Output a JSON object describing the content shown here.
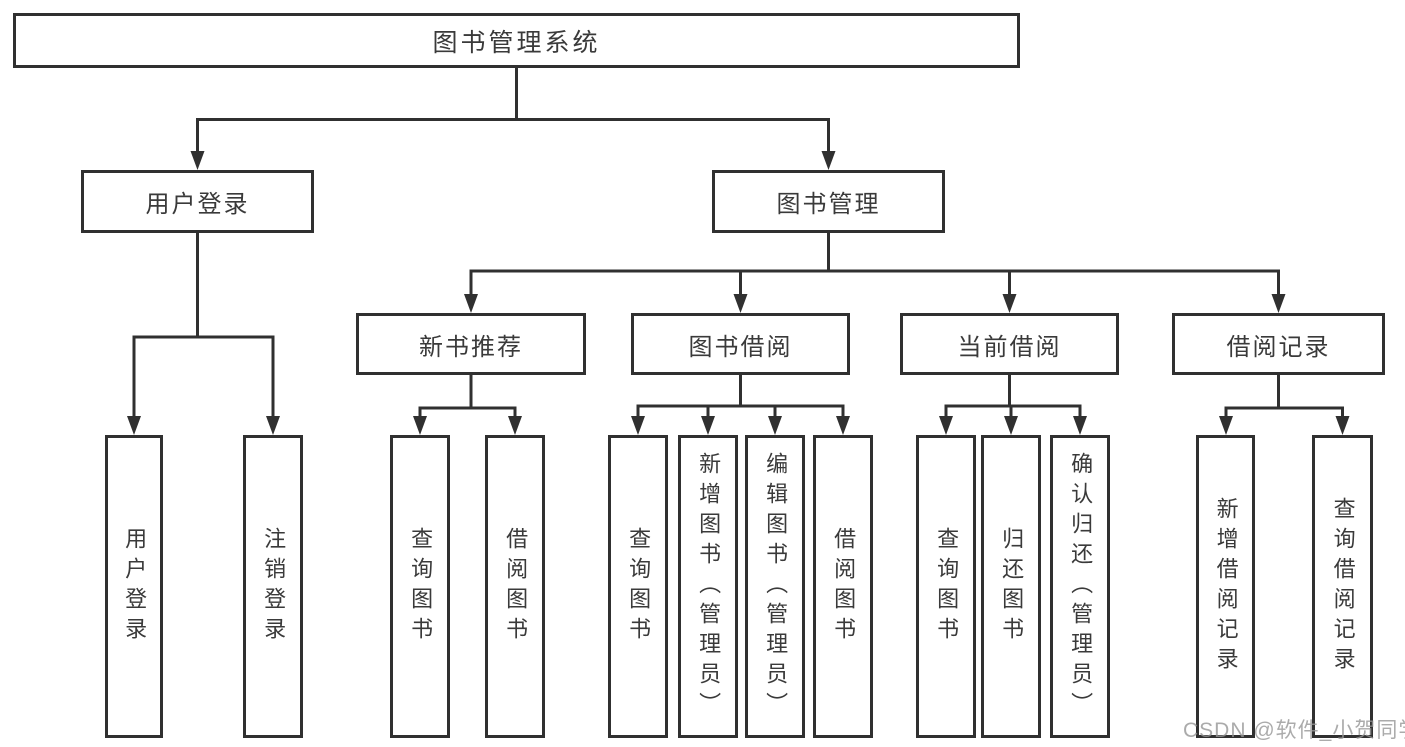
{
  "diagram": {
    "root": {
      "label": "图书管理系统"
    },
    "level2": [
      {
        "label": "用户登录"
      },
      {
        "label": "图书管理"
      }
    ],
    "level3": [
      {
        "label": "新书推荐"
      },
      {
        "label": "图书借阅"
      },
      {
        "label": "当前借阅"
      },
      {
        "label": "借阅记录"
      }
    ],
    "leaves": {
      "user_login": [
        {
          "label": "用户登录"
        },
        {
          "label": "注销登录"
        }
      ],
      "new_book": [
        {
          "label": "查询图书"
        },
        {
          "label": "借阅图书"
        }
      ],
      "book_borrow": [
        {
          "label": "查询图书"
        },
        {
          "label": "新增图书（管理员）"
        },
        {
          "label": "编辑图书（管理员）"
        },
        {
          "label": "借阅图书"
        }
      ],
      "current_borrow": [
        {
          "label": "查询图书"
        },
        {
          "label": "归还图书"
        },
        {
          "label": "确认归还（管理员）"
        }
      ],
      "borrow_record": [
        {
          "label": "新增借阅记录"
        },
        {
          "label": "查询借阅记录"
        }
      ]
    },
    "watermark": "CSDN @软件_小贺同学",
    "colors": {
      "line": "#303030",
      "text": "#3a3a3a",
      "watermark": "#969696",
      "background": "#ffffff"
    }
  }
}
